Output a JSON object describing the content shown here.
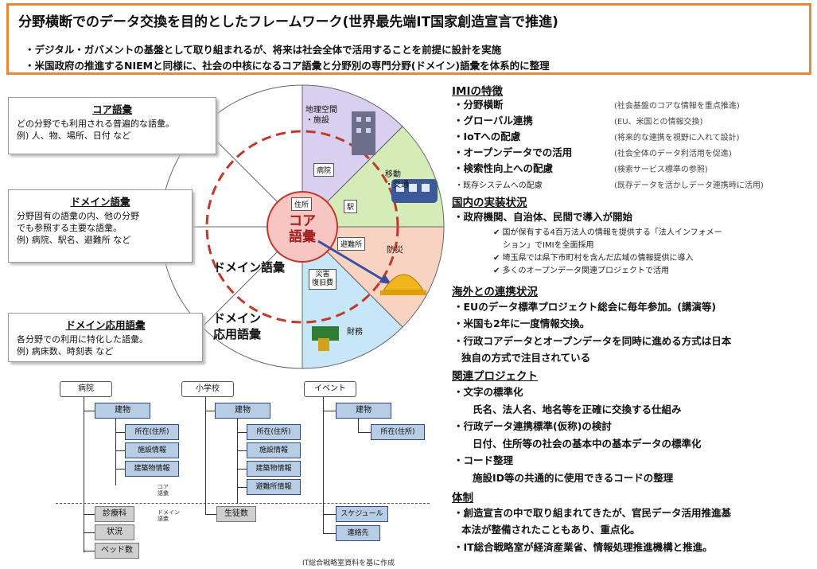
{
  "header": {
    "title": "分野横断でのデータ交換を目的としたフレームワーク(世界最先端IT国家創造宣言で推進)",
    "line1": "・デジタル・ガバメントの基盤として取り組まれるが、将来は社会全体で活用することを前提に設計を実施",
    "line2": "・米国政府の推進するNIEMと同様に、社会の中核になるコア語彙と分野別の専門分野(ドメイン)語彙を体系的に整理"
  },
  "callouts": {
    "core": {
      "title": "コア語彙",
      "lines": [
        "どの分野でも利用される普遍的な語彙。",
        "例) 人、物、場所、日付 など"
      ]
    },
    "domain": {
      "title": "ドメイン語彙",
      "lines": [
        "分野固有の語彙の内、他の分野",
        "でも参照する主要な語彙。",
        "例) 病院、駅名、避難所 など"
      ]
    },
    "app": {
      "title": "ドメイン応用語彙",
      "lines": [
        "各分野での利用に特化した語彙。",
        "例) 病床数、時刻表 など"
      ]
    }
  },
  "wheel": {
    "core_label": [
      "コア",
      "語彙"
    ],
    "domain_label": "ドメイン語彙",
    "app_label": [
      "ドメイン",
      "応用語彙"
    ],
    "sectors": [
      "地理空間・施設",
      "移動・交通",
      "防災",
      "財務"
    ],
    "sector_geo": [
      "地理空間",
      "・施設"
    ],
    "sector_move": [
      "移動",
      "・交通"
    ],
    "inner": {
      "hospital": "病院",
      "address": "住所",
      "station": "駅",
      "shelter": "避難所",
      "disaster": [
        "災害",
        "復旧費"
      ]
    }
  },
  "right": {
    "imi_head": "IMIの特徴",
    "imi_items": [
      {
        "label": "・分野横断",
        "note": "(社会基盤のコアな情報を重点推進)"
      },
      {
        "label": "・グローバル連携",
        "note": "(EU、米国との情報交換)"
      },
      {
        "label": "・IoTへの配慮",
        "note": "(将来的な連携を視野に入れて設計)"
      },
      {
        "label": "・オープンデータでの活用",
        "note": "(社会全体のデータ利活用を促進)"
      },
      {
        "label": "・検索性向上への配慮",
        "note": "(検索サービス標準の参照)"
      },
      {
        "label": "・既存システムへの配慮",
        "note": "(既存データを活かしデータ連携時に活用)"
      }
    ],
    "domestic_head": "国内の実装状況",
    "domestic_main": "・政府機関、自治体、民間で導入が開始",
    "domestic_checks": [
      "✔ 国が保有する4百万法人の情報を提供する「法人インフォメー",
      "ション」でIMIを全面採用",
      "✔ 埼玉県では県下市町村を含んだ広域の情報提供に導入",
      "✔ 多くのオープンデータ関連プロジェクトで活用"
    ],
    "overseas_head": "海外との連携状況",
    "overseas_lines": [
      "・EUのデータ標準プロジェクト総会に毎年参加。(講演等)",
      "・米国も2年に一度情報交換。",
      "・行政コアデータとオープンデータを同時に進める方式は日本",
      "独自の方式で注目されている"
    ],
    "projects_head": "関連プロジェクト",
    "projects_lines": [
      "・文字の標準化",
      "氏名、法人名、地名等を正確に交換する仕組み",
      "・行政データ連携標準(仮称)の検討",
      "日付、住所等の社会の基本中の基本データの標準化",
      "・コード整理",
      "施設ID等の共通的に使用できるコードの整理"
    ],
    "org_head": "体制",
    "org_lines": [
      "・創造宣言の中で取り組まれてきたが、官民データ活用推進基",
      "本法が整備されたこともあり、重点化。",
      "・IT総合戦略室が経済産業省、情報処理推進機構と推進。"
    ]
  },
  "tree": {
    "hospital": {
      "root": "病院",
      "core": [
        "建物",
        "所在(住所)",
        "施設情報",
        "建築物情報"
      ],
      "domain_items": [
        "診療科",
        "状況",
        "ベッド数"
      ]
    },
    "school": {
      "root": "小学校",
      "core": [
        "建物",
        "所在(住所)",
        "施設情報",
        "建築物情報",
        "避難所情報"
      ],
      "domain_items": [
        "生徒数"
      ]
    },
    "event": {
      "root": "イベント",
      "core": [
        "建物",
        "所在(住所)"
      ],
      "domain_items": [
        "スケジュール",
        "連絡先"
      ]
    },
    "core_tag": [
      "コア",
      "語彙"
    ],
    "domain_tag": [
      "ドメイン",
      "語彙"
    ]
  },
  "footer": "IT総合戦略室資料を基に作成",
  "colors": {
    "accent_border": "#e8893a",
    "core_circle": "#f7c6c2",
    "core_ring": "#c0392b",
    "geo": "#d9cff0",
    "move": "#d6ecb8",
    "disaster": "#f8d3c2",
    "finance": "#c7e6f7",
    "tree_blue": "#b8cce4",
    "tree_gray": "#cfcfcf"
  }
}
